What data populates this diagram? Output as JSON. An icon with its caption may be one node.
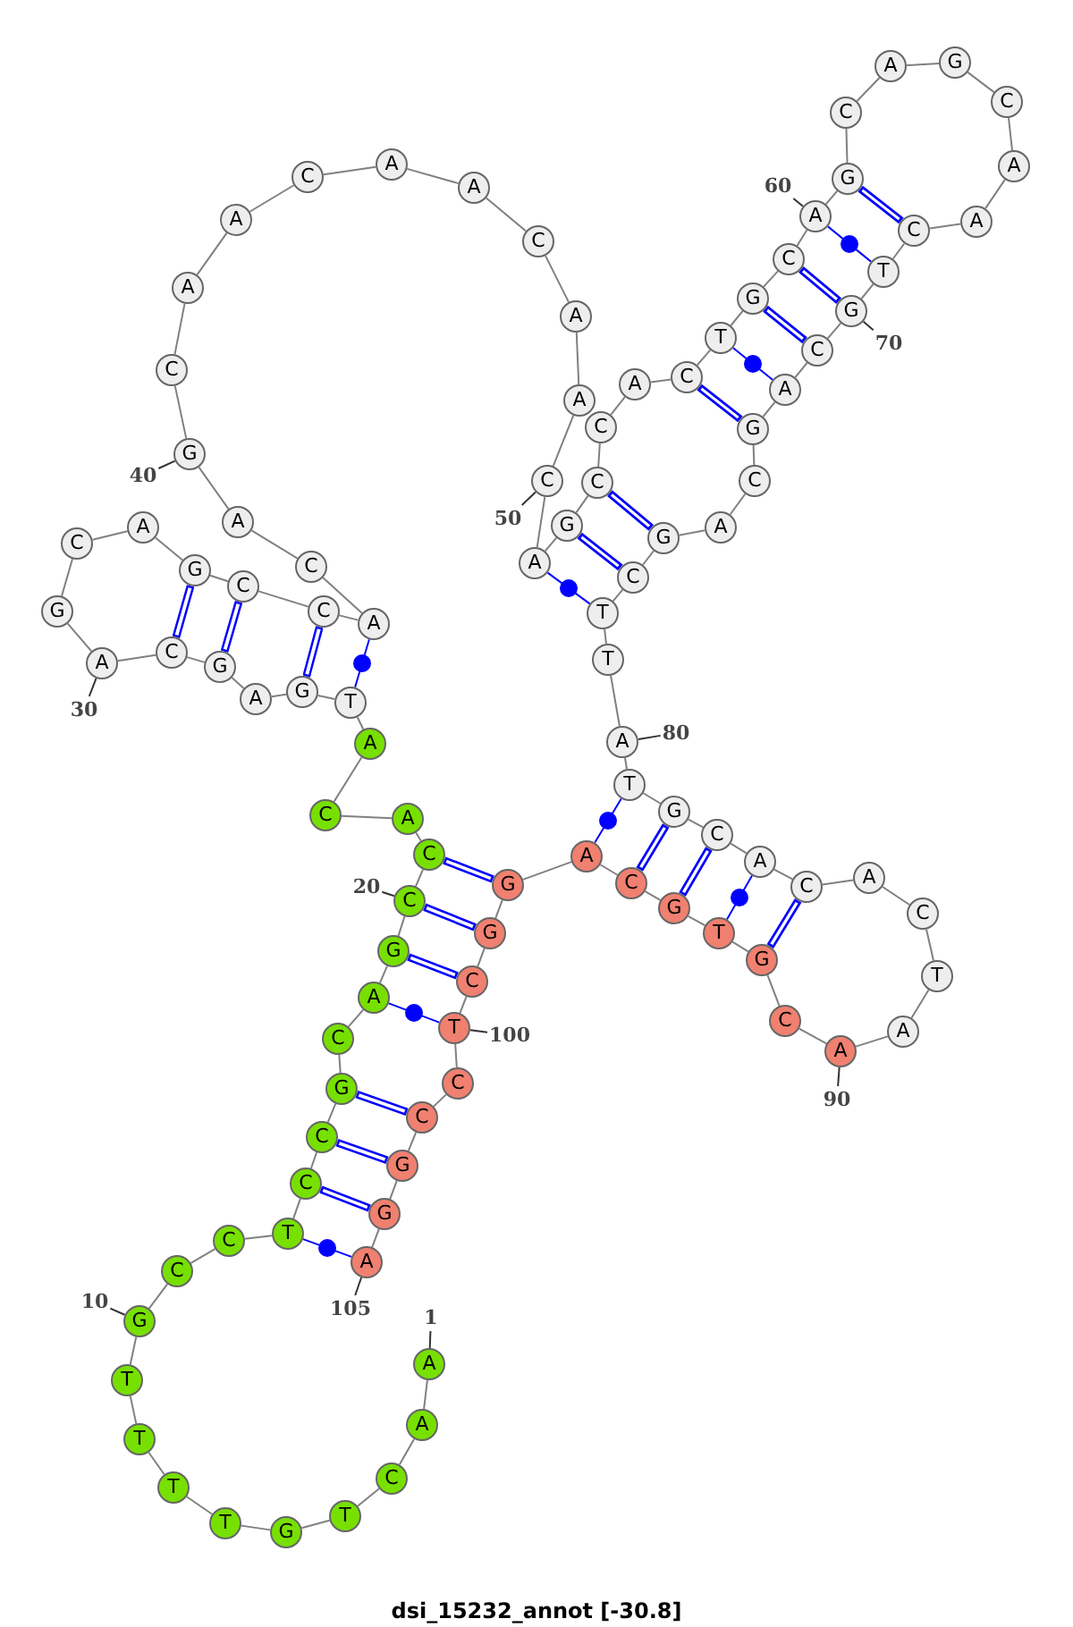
{
  "diagram": {
    "caption": "dsi_15232_annot [-30.8]",
    "nodes": [
      {
        "text": [
          "A"
        ]
      },
      {
        "text": [
          "A"
        ]
      },
      {
        "text": [
          "C"
        ]
      },
      {
        "text": [
          "T"
        ]
      },
      {
        "text": [
          "G"
        ]
      },
      {
        "text": [
          "T"
        ]
      },
      {
        "text": [
          "T"
        ]
      },
      {
        "text": [
          "T"
        ]
      },
      {
        "text": [
          "T"
        ]
      },
      {
        "text": [
          "G"
        ]
      },
      {
        "text": [
          "C"
        ]
      },
      {
        "text": [
          "C"
        ]
      },
      {
        "text": [
          "T"
        ]
      },
      {
        "text": [
          "C"
        ]
      },
      {
        "text": [
          "C"
        ]
      },
      {
        "text": [
          "G"
        ]
      },
      {
        "text": [
          "C"
        ]
      },
      {
        "text": [
          "A"
        ]
      },
      {
        "text": [
          "G"
        ]
      },
      {
        "text": [
          "C"
        ]
      },
      {
        "text": [
          "C"
        ]
      },
      {
        "text": [
          "A"
        ]
      },
      {
        "text": [
          "C"
        ]
      },
      {
        "text": [
          "A"
        ]
      },
      {
        "text": [
          "T"
        ]
      },
      {
        "text": [
          "G"
        ]
      },
      {
        "text": [
          "A"
        ]
      },
      {
        "text": [
          "G"
        ]
      },
      {
        "text": [
          "C"
        ]
      },
      {
        "text": [
          "A"
        ]
      },
      {
        "text": [
          "G"
        ]
      },
      {
        "text": [
          "C"
        ]
      },
      {
        "text": [
          "A"
        ]
      },
      {
        "text": [
          "G"
        ]
      },
      {
        "text": [
          "C"
        ]
      },
      {
        "text": [
          "C"
        ]
      },
      {
        "text": [
          "A"
        ]
      },
      {
        "text": [
          "C"
        ]
      },
      {
        "text": [
          "A"
        ]
      },
      {
        "text": [
          "G"
        ]
      },
      {
        "text": [
          "C"
        ]
      },
      {
        "text": [
          "A"
        ]
      },
      {
        "text": [
          "A"
        ]
      },
      {
        "text": [
          "C"
        ]
      },
      {
        "text": [
          "A"
        ]
      },
      {
        "text": [
          "A"
        ]
      },
      {
        "text": [
          "C"
        ]
      },
      {
        "text": [
          "A"
        ]
      },
      {
        "text": [
          "A"
        ]
      },
      {
        "text": [
          "C"
        ]
      },
      {
        "text": [
          "A"
        ]
      },
      {
        "text": [
          "G"
        ]
      },
      {
        "text": [
          "C"
        ]
      },
      {
        "text": [
          "C"
        ]
      },
      {
        "text": [
          "A"
        ]
      },
      {
        "text": [
          "C"
        ]
      },
      {
        "text": [
          "T"
        ]
      },
      {
        "text": [
          "G"
        ]
      },
      {
        "text": [
          "C"
        ]
      },
      {
        "text": [
          "A"
        ]
      },
      {
        "text": [
          "G"
        ]
      },
      {
        "text": [
          "C"
        ]
      },
      {
        "text": [
          "A"
        ]
      },
      {
        "text": [
          "G"
        ]
      },
      {
        "text": [
          "C"
        ]
      },
      {
        "text": [
          "A"
        ]
      },
      {
        "text": [
          "A"
        ]
      },
      {
        "text": [
          "C"
        ]
      },
      {
        "text": [
          "T"
        ]
      },
      {
        "text": [
          "G"
        ]
      },
      {
        "text": [
          "C"
        ]
      },
      {
        "text": [
          "A"
        ]
      },
      {
        "text": [
          "G"
        ]
      },
      {
        "text": [
          "C"
        ]
      },
      {
        "text": [
          "A"
        ]
      },
      {
        "text": [
          "G"
        ]
      },
      {
        "text": [
          "C"
        ]
      },
      {
        "text": [
          "T"
        ]
      },
      {
        "text": [
          "T"
        ]
      },
      {
        "text": [
          "A"
        ]
      },
      {
        "text": [
          "T"
        ]
      },
      {
        "text": [
          "G"
        ]
      },
      {
        "text": [
          "C"
        ]
      },
      {
        "text": [
          "A"
        ]
      },
      {
        "text": [
          "C"
        ]
      },
      {
        "text": [
          "A"
        ]
      },
      {
        "text": [
          "C"
        ]
      },
      {
        "text": [
          "T"
        ]
      },
      {
        "text": [
          "A"
        ]
      },
      {
        "text": [
          "A"
        ]
      },
      {
        "text": [
          "C"
        ]
      },
      {
        "text": [
          "G"
        ]
      },
      {
        "text": [
          "T"
        ]
      },
      {
        "text": [
          "G"
        ]
      },
      {
        "text": [
          "C"
        ]
      },
      {
        "text": [
          "A"
        ]
      },
      {
        "text": [
          "G"
        ]
      },
      {
        "text": [
          "G"
        ]
      },
      {
        "text": [
          "C"
        ]
      },
      {
        "text": [
          "T"
        ]
      },
      {
        "text": [
          "C"
        ]
      },
      {
        "text": [
          "C"
        ]
      },
      {
        "text": [
          "G"
        ]
      },
      {
        "text": [
          "G"
        ]
      },
      {
        "text": [
          "A"
        ]
      },
      {
        "text": [
          "1"
        ]
      },
      {
        "text": [
          "10"
        ]
      },
      {
        "text": [
          "20"
        ]
      },
      {
        "text": [
          "30"
        ]
      },
      {
        "text": [
          "40"
        ]
      },
      {
        "text": [
          "50"
        ]
      },
      {
        "text": [
          "60"
        ]
      },
      {
        "text": [
          "70"
        ]
      },
      {
        "text": [
          "80"
        ]
      },
      {
        "text": [
          "90"
        ]
      },
      {
        "text": [
          "100"
        ]
      },
      {
        "text": [
          "105"
        ]
      }
    ],
    "edges": [
      {
        "from": 0,
        "to": 1,
        "arrow": "none"
      },
      {
        "from": 1,
        "to": 2,
        "arrow": "none"
      },
      {
        "from": 2,
        "to": 3,
        "arrow": "none"
      },
      {
        "from": 3,
        "to": 4,
        "arrow": "none"
      },
      {
        "from": 4,
        "to": 5,
        "arrow": "none"
      },
      {
        "from": 5,
        "to": 6,
        "arrow": "none"
      },
      {
        "from": 6,
        "to": 7,
        "arrow": "none"
      },
      {
        "from": 7,
        "to": 8,
        "arrow": "none"
      },
      {
        "from": 8,
        "to": 9,
        "arrow": "none"
      },
      {
        "from": 9,
        "to": 10,
        "arrow": "none"
      },
      {
        "from": 10,
        "to": 11,
        "arrow": "none"
      },
      {
        "from": 11,
        "to": 12,
        "arrow": "none"
      },
      {
        "from": 12,
        "to": 13,
        "arrow": "none"
      },
      {
        "from": 13,
        "to": 14,
        "arrow": "none"
      },
      {
        "from": 14,
        "to": 15,
        "arrow": "none"
      },
      {
        "from": 15,
        "to": 16,
        "arrow": "none"
      },
      {
        "from": 16,
        "to": 17,
        "arrow": "none"
      },
      {
        "from": 17,
        "to": 18,
        "arrow": "none"
      },
      {
        "from": 18,
        "to": 19,
        "arrow": "none"
      },
      {
        "from": 19,
        "to": 20,
        "arrow": "none"
      },
      {
        "from": 20,
        "to": 21,
        "arrow": "none"
      },
      {
        "from": 21,
        "to": 22,
        "arrow": "none"
      },
      {
        "from": 22,
        "to": 23,
        "arrow": "none"
      },
      {
        "from": 23,
        "to": 24,
        "arrow": "none"
      },
      {
        "from": 24,
        "to": 25,
        "arrow": "none"
      },
      {
        "from": 25,
        "to": 26,
        "arrow": "none"
      },
      {
        "from": 26,
        "to": 27,
        "arrow": "none"
      },
      {
        "from": 27,
        "to": 28,
        "arrow": "none"
      },
      {
        "from": 28,
        "to": 29,
        "arrow": "none"
      },
      {
        "from": 29,
        "to": 30,
        "arrow": "none"
      },
      {
        "from": 30,
        "to": 31,
        "arrow": "none"
      },
      {
        "from": 31,
        "to": 32,
        "arrow": "none"
      },
      {
        "from": 32,
        "to": 33,
        "arrow": "none"
      },
      {
        "from": 33,
        "to": 34,
        "arrow": "none"
      },
      {
        "from": 34,
        "to": 35,
        "arrow": "none"
      },
      {
        "from": 35,
        "to": 36,
        "arrow": "none"
      },
      {
        "from": 36,
        "to": 37,
        "arrow": "none"
      },
      {
        "from": 37,
        "to": 38,
        "arrow": "none"
      },
      {
        "from": 38,
        "to": 39,
        "arrow": "none"
      },
      {
        "from": 39,
        "to": 40,
        "arrow": "none"
      },
      {
        "from": 40,
        "to": 41,
        "arrow": "none"
      },
      {
        "from": 41,
        "to": 42,
        "arrow": "none"
      },
      {
        "from": 42,
        "to": 43,
        "arrow": "none"
      },
      {
        "from": 43,
        "to": 44,
        "arrow": "none"
      },
      {
        "from": 44,
        "to": 45,
        "arrow": "none"
      },
      {
        "from": 45,
        "to": 46,
        "arrow": "none"
      },
      {
        "from": 46,
        "to": 47,
        "arrow": "none"
      },
      {
        "from": 47,
        "to": 48,
        "arrow": "none"
      },
      {
        "from": 48,
        "to": 49,
        "arrow": "none"
      },
      {
        "from": 49,
        "to": 50,
        "arrow": "none"
      },
      {
        "from": 50,
        "to": 51,
        "arrow": "none"
      },
      {
        "from": 51,
        "to": 52,
        "arrow": "none"
      },
      {
        "from": 52,
        "to": 53,
        "arrow": "none"
      },
      {
        "from": 53,
        "to": 54,
        "arrow": "none"
      },
      {
        "from": 54,
        "to": 55,
        "arrow": "none"
      },
      {
        "from": 55,
        "to": 56,
        "arrow": "none"
      },
      {
        "from": 56,
        "to": 57,
        "arrow": "none"
      },
      {
        "from": 57,
        "to": 58,
        "arrow": "none"
      },
      {
        "from": 58,
        "to": 59,
        "arrow": "none"
      },
      {
        "from": 59,
        "to": 60,
        "arrow": "none"
      },
      {
        "from": 60,
        "to": 61,
        "arrow": "none"
      },
      {
        "from": 61,
        "to": 62,
        "arrow": "none"
      },
      {
        "from": 62,
        "to": 63,
        "arrow": "none"
      },
      {
        "from": 63,
        "to": 64,
        "arrow": "none"
      },
      {
        "from": 64,
        "to": 65,
        "arrow": "none"
      },
      {
        "from": 65,
        "to": 66,
        "arrow": "none"
      },
      {
        "from": 66,
        "to": 67,
        "arrow": "none"
      },
      {
        "from": 67,
        "to": 68,
        "arrow": "none"
      },
      {
        "from": 68,
        "to": 69,
        "arrow": "none"
      },
      {
        "from": 69,
        "to": 70,
        "arrow": "none"
      },
      {
        "from": 70,
        "to": 71,
        "arrow": "none"
      },
      {
        "from": 71,
        "to": 72,
        "arrow": "none"
      },
      {
        "from": 72,
        "to": 73,
        "arrow": "none"
      },
      {
        "from": 73,
        "to": 74,
        "arrow": "none"
      },
      {
        "from": 74,
        "to": 75,
        "arrow": "none"
      },
      {
        "from": 75,
        "to": 76,
        "arrow": "none"
      },
      {
        "from": 76,
        "to": 77,
        "arrow": "none"
      },
      {
        "from": 77,
        "to": 78,
        "arrow": "none"
      },
      {
        "from": 78,
        "to": 79,
        "arrow": "none"
      },
      {
        "from": 79,
        "to": 80,
        "arrow": "none"
      },
      {
        "from": 80,
        "to": 81,
        "arrow": "none"
      },
      {
        "from": 81,
        "to": 82,
        "arrow": "none"
      },
      {
        "from": 82,
        "to": 83,
        "arrow": "none"
      },
      {
        "from": 83,
        "to": 84,
        "arrow": "none"
      },
      {
        "from": 84,
        "to": 85,
        "arrow": "none"
      },
      {
        "from": 85,
        "to": 86,
        "arrow": "none"
      },
      {
        "from": 86,
        "to": 87,
        "arrow": "none"
      },
      {
        "from": 87,
        "to": 88,
        "arrow": "none"
      },
      {
        "from": 88,
        "to": 89,
        "arrow": "none"
      },
      {
        "from": 89,
        "to": 90,
        "arrow": "none"
      },
      {
        "from": 90,
        "to": 91,
        "arrow": "none"
      },
      {
        "from": 91,
        "to": 92,
        "arrow": "none"
      },
      {
        "from": 92,
        "to": 93,
        "arrow": "none"
      },
      {
        "from": 93,
        "to": 94,
        "arrow": "none"
      },
      {
        "from": 94,
        "to": 95,
        "arrow": "none"
      },
      {
        "from": 95,
        "to": 96,
        "arrow": "none"
      },
      {
        "from": 96,
        "to": 97,
        "arrow": "none"
      },
      {
        "from": 97,
        "to": 98,
        "arrow": "none"
      },
      {
        "from": 98,
        "to": 99,
        "arrow": "none"
      },
      {
        "from": 99,
        "to": 100,
        "arrow": "none"
      },
      {
        "from": 100,
        "to": 101,
        "arrow": "none"
      },
      {
        "from": 101,
        "to": 102,
        "arrow": "none"
      },
      {
        "from": 102,
        "to": 103,
        "arrow": "none"
      },
      {
        "from": 103,
        "to": 104,
        "arrow": "none"
      },
      {
        "from": 12,
        "to": 104,
        "arrow": "none",
        "color": "#0000ff"
      },
      {
        "from": 13,
        "to": 103,
        "arrow": "none",
        "color": "#0000ff",
        "style": "thick"
      },
      {
        "from": 14,
        "to": 102,
        "arrow": "none",
        "color": "#0000ff",
        "style": "thick"
      },
      {
        "from": 15,
        "to": 101,
        "arrow": "none",
        "color": "#0000ff",
        "style": "thick"
      },
      {
        "from": 17,
        "to": 99,
        "arrow": "none",
        "color": "#0000ff"
      },
      {
        "from": 18,
        "to": 98,
        "arrow": "none",
        "color": "#0000ff",
        "style": "thick"
      },
      {
        "from": 19,
        "to": 97,
        "arrow": "none",
        "color": "#0000ff",
        "style": "thick"
      },
      {
        "from": 20,
        "to": 96,
        "arrow": "none",
        "color": "#0000ff",
        "style": "thick"
      },
      {
        "from": 24,
        "to": 36,
        "arrow": "none",
        "color": "#0000ff"
      },
      {
        "from": 25,
        "to": 35,
        "arrow": "none",
        "color": "#0000ff",
        "style": "thick"
      },
      {
        "from": 27,
        "to": 34,
        "arrow": "none",
        "color": "#0000ff",
        "style": "thick"
      },
      {
        "from": 28,
        "to": 33,
        "arrow": "none",
        "color": "#0000ff",
        "style": "thick"
      },
      {
        "from": 50,
        "to": 77,
        "arrow": "none",
        "color": "#0000ff"
      },
      {
        "from": 51,
        "to": 76,
        "arrow": "none",
        "color": "#0000ff",
        "style": "thick"
      },
      {
        "from": 52,
        "to": 75,
        "arrow": "none",
        "color": "#0000ff",
        "style": "thick"
      },
      {
        "from": 55,
        "to": 72,
        "arrow": "none",
        "color": "#0000ff",
        "style": "thick"
      },
      {
        "from": 56,
        "to": 71,
        "arrow": "none",
        "color": "#0000ff"
      },
      {
        "from": 57,
        "to": 70,
        "arrow": "none",
        "color": "#0000ff",
        "style": "thick"
      },
      {
        "from": 58,
        "to": 69,
        "arrow": "none",
        "color": "#0000ff",
        "style": "thick"
      },
      {
        "from": 59,
        "to": 68,
        "arrow": "none",
        "color": "#0000ff"
      },
      {
        "from": 60,
        "to": 67,
        "arrow": "none",
        "color": "#0000ff",
        "style": "thick"
      },
      {
        "from": 80,
        "to": 95,
        "arrow": "none",
        "color": "#0000ff"
      },
      {
        "from": 81,
        "to": 94,
        "arrow": "none",
        "color": "#0000ff",
        "style": "thick"
      },
      {
        "from": 82,
        "to": 93,
        "arrow": "none",
        "color": "#0000ff",
        "style": "thick"
      },
      {
        "from": 83,
        "to": 92,
        "arrow": "none",
        "color": "#0000ff"
      },
      {
        "from": 84,
        "to": 91,
        "arrow": "none",
        "color": "#0000ff",
        "style": "thick"
      },
      {
        "from": 105,
        "to": 0,
        "arrow": "none"
      },
      {
        "from": 106,
        "to": 9,
        "arrow": "none"
      },
      {
        "from": 107,
        "to": 19,
        "arrow": "none"
      },
      {
        "from": 108,
        "to": 29,
        "arrow": "none"
      },
      {
        "from": 109,
        "to": 39,
        "arrow": "none"
      },
      {
        "from": 110,
        "to": 49,
        "arrow": "none"
      },
      {
        "from": 111,
        "to": 59,
        "arrow": "none"
      },
      {
        "from": 112,
        "to": 69,
        "arrow": "none"
      },
      {
        "from": 113,
        "to": 79,
        "arrow": "none"
      },
      {
        "from": 114,
        "to": 89,
        "arrow": "none"
      },
      {
        "from": 115,
        "to": 99,
        "arrow": "none"
      },
      {
        "from": 116,
        "to": 104,
        "arrow": "none"
      }
    ]
  }
}
